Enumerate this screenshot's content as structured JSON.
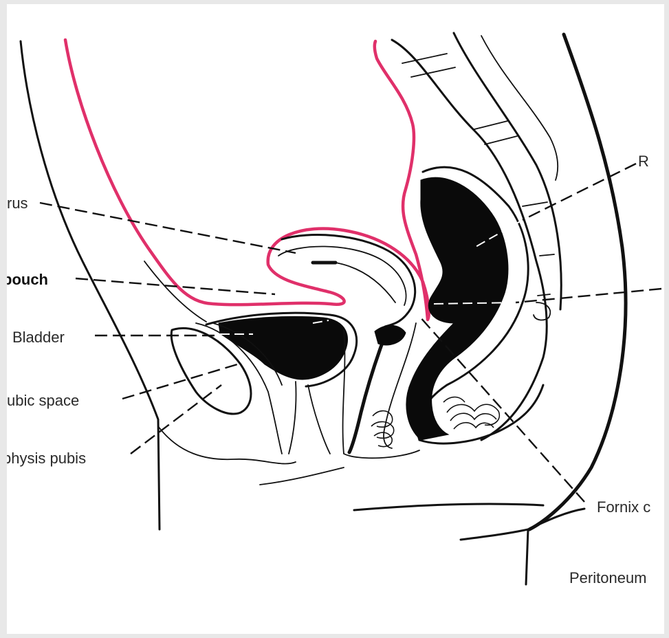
{
  "labels": {
    "uterus": "rus",
    "pouch": "pouch",
    "bladder": "Bladder",
    "retropubic_space": "ubic space",
    "symphysis_pubis": "physis pubis",
    "rectum": "R",
    "fornix": "Fornix c",
    "peritoneum": "Peritoneum"
  },
  "colors": {
    "peritoneum_line": "#e0306a",
    "ink": "#111111",
    "background": "#ffffff",
    "frame": "#e8e8e8"
  }
}
